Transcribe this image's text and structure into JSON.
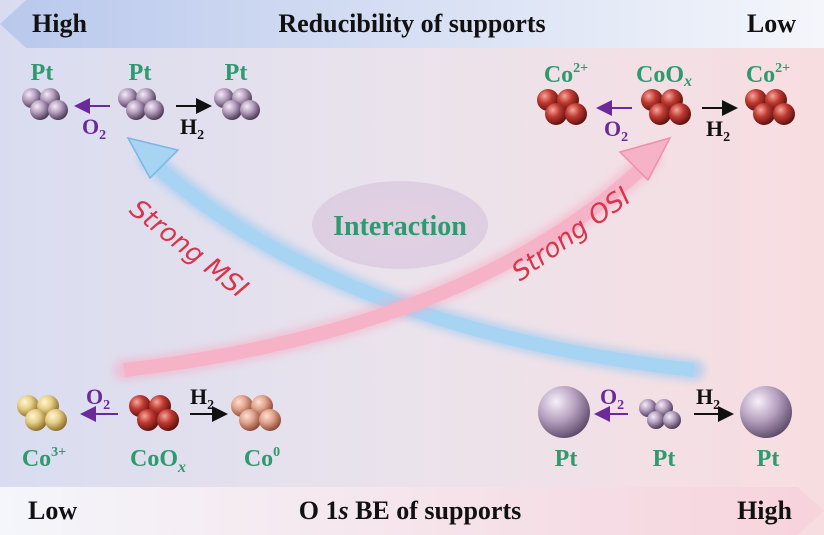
{
  "top_bar": {
    "left": "High",
    "title": "Reducibility of supports",
    "right": "Low"
  },
  "bottom_bar": {
    "left": "Low",
    "title_pre": "O 1",
    "title_italic": "s",
    "title_post": " BE of supports",
    "right": "High"
  },
  "center": {
    "label": "Interaction",
    "arrow_msi": "Strong MSI",
    "arrow_osi": "Strong OSI"
  },
  "top_left": {
    "left_label": "Pt",
    "mid_label": "Pt",
    "right_label": "Pt",
    "o2": "O",
    "o2_sub": "2",
    "h2": "H",
    "h2_sub": "2"
  },
  "top_right": {
    "left_label": "Co",
    "left_sup": "2+",
    "mid_label": "CoO",
    "mid_sub": "x",
    "right_label": "Co",
    "right_sup": "2+",
    "o2": "O",
    "o2_sub": "2",
    "h2": "H",
    "h2_sub": "2"
  },
  "bottom_left": {
    "left_label": "Co",
    "left_sup": "3+",
    "mid_label": "CoO",
    "mid_sub": "x",
    "right_label": "Co",
    "right_sup": "0",
    "o2": "O",
    "o2_sub": "2",
    "h2": "H",
    "h2_sub": "2"
  },
  "bottom_right": {
    "left_label": "Pt",
    "mid_label": "Pt",
    "right_label": "Pt",
    "o2": "O",
    "o2_sub": "2",
    "h2": "H",
    "h2_sub": "2"
  },
  "colors": {
    "pt_sphere": "#b7a0c0",
    "co_oxide": "#c23a32",
    "co3": "#e8cf86",
    "co0": "#e2a48c",
    "green_text": "#2e9a6e",
    "purple_arrow": "#6a2a9a",
    "msi_arrow": "#a8d4f4",
    "osi_arrow": "#f6b2c6",
    "handwriting": "#d8344b"
  }
}
